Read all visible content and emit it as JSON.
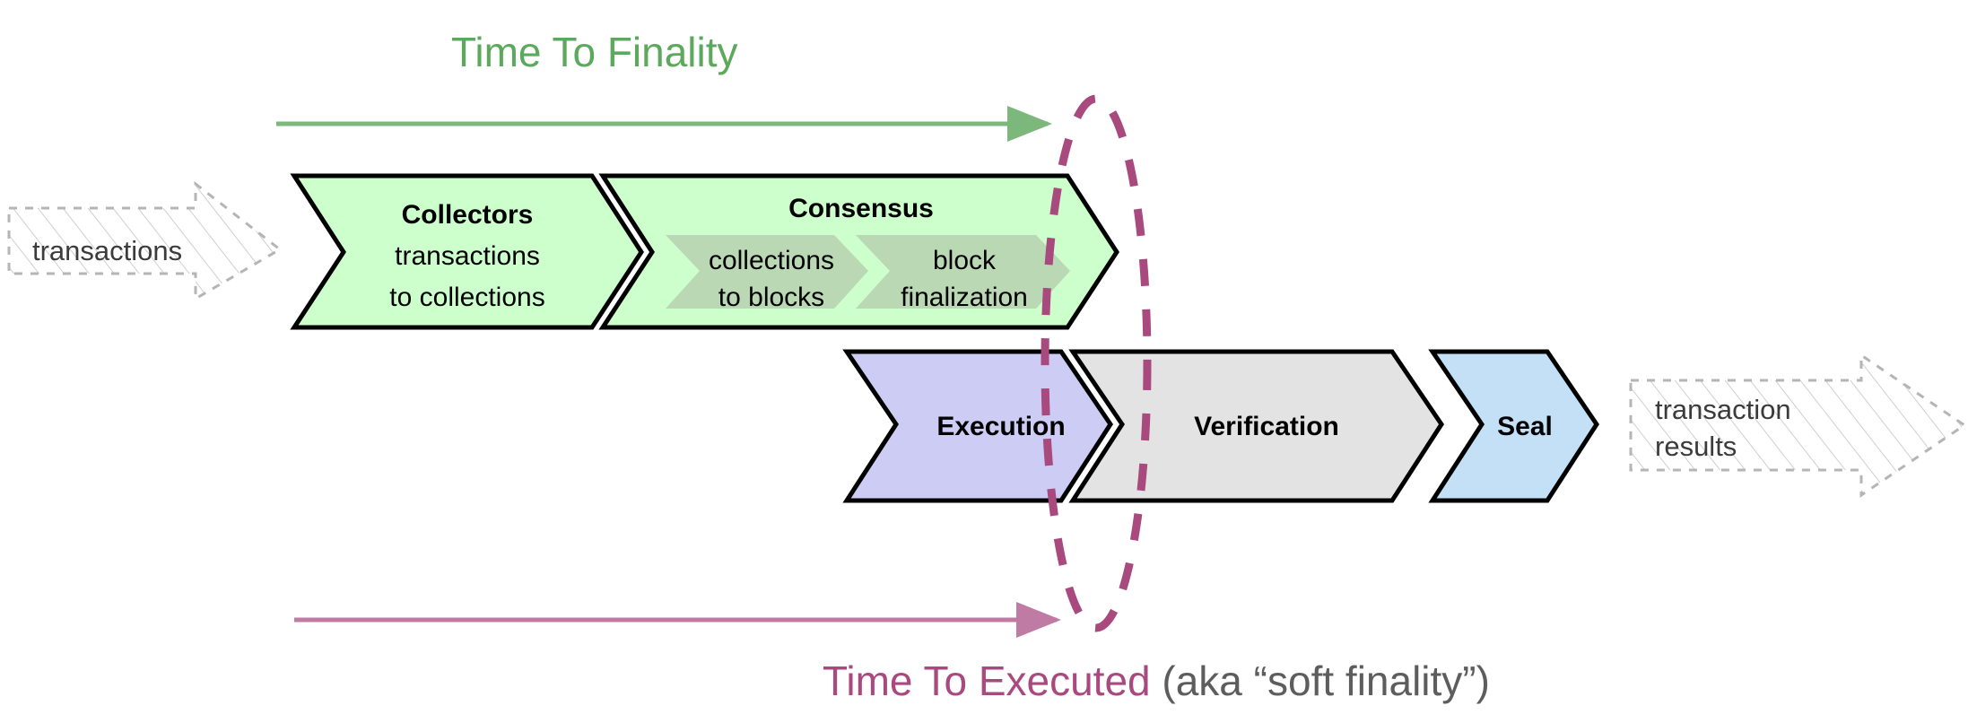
{
  "diagram": {
    "title_top": "Time To Finality",
    "title_bottom_main": "Time To Executed",
    "title_bottom_suffix": " (aka “soft finality”)",
    "colors": {
      "green_accent": "#5ca85c",
      "pink_accent": "#a84a7d",
      "muted_text": "#5d5d5d",
      "collectors_fill": "#ccffcc",
      "consensus_fill": "#ccffcc",
      "consensus_inner_fill": "#b9d8b3",
      "execution_fill": "#ccccf4",
      "verification_fill": "#e3e3e3",
      "seal_fill": "#c3e0f7",
      "io_stroke": "#b5b5b5",
      "outline": "#000000"
    }
  },
  "inputs": {
    "transactions": {
      "label": "transactions",
      "icon": "dashed-hatched-arrow-icon"
    }
  },
  "outputs": {
    "transaction_results": {
      "label_line1": "transaction",
      "label_line2": "results",
      "icon": "dashed-hatched-arrow-icon"
    }
  },
  "pipeline": {
    "top_row": [
      {
        "id": "collectors",
        "title": "Collectors",
        "sub_line1": "transactions",
        "sub_line2": "to collections",
        "fill": "#ccffcc"
      },
      {
        "id": "consensus",
        "title": "Consensus",
        "fill": "#ccffcc",
        "inner_steps": [
          {
            "id": "collections-to-blocks",
            "line1": "collections",
            "line2": "to blocks"
          },
          {
            "id": "block-finalization",
            "line1": "block",
            "line2": "finalization"
          }
        ]
      }
    ],
    "bottom_row": [
      {
        "id": "execution",
        "title": "Execution",
        "fill": "#ccccf4"
      },
      {
        "id": "verification",
        "title": "Verification",
        "fill": "#e3e3e3"
      },
      {
        "id": "seal",
        "title": "Seal",
        "fill": "#c3e0f7"
      }
    ]
  },
  "annotations": {
    "finality_marker": {
      "name": "dashed-ellipse-marker",
      "color": "#a84a7d",
      "style": "dashed"
    },
    "top_arrow": {
      "name": "time-to-finality-arrow",
      "color": "#7cb87c"
    },
    "bottom_arrow": {
      "name": "time-to-executed-arrow",
      "color": "#c07ba4"
    }
  }
}
